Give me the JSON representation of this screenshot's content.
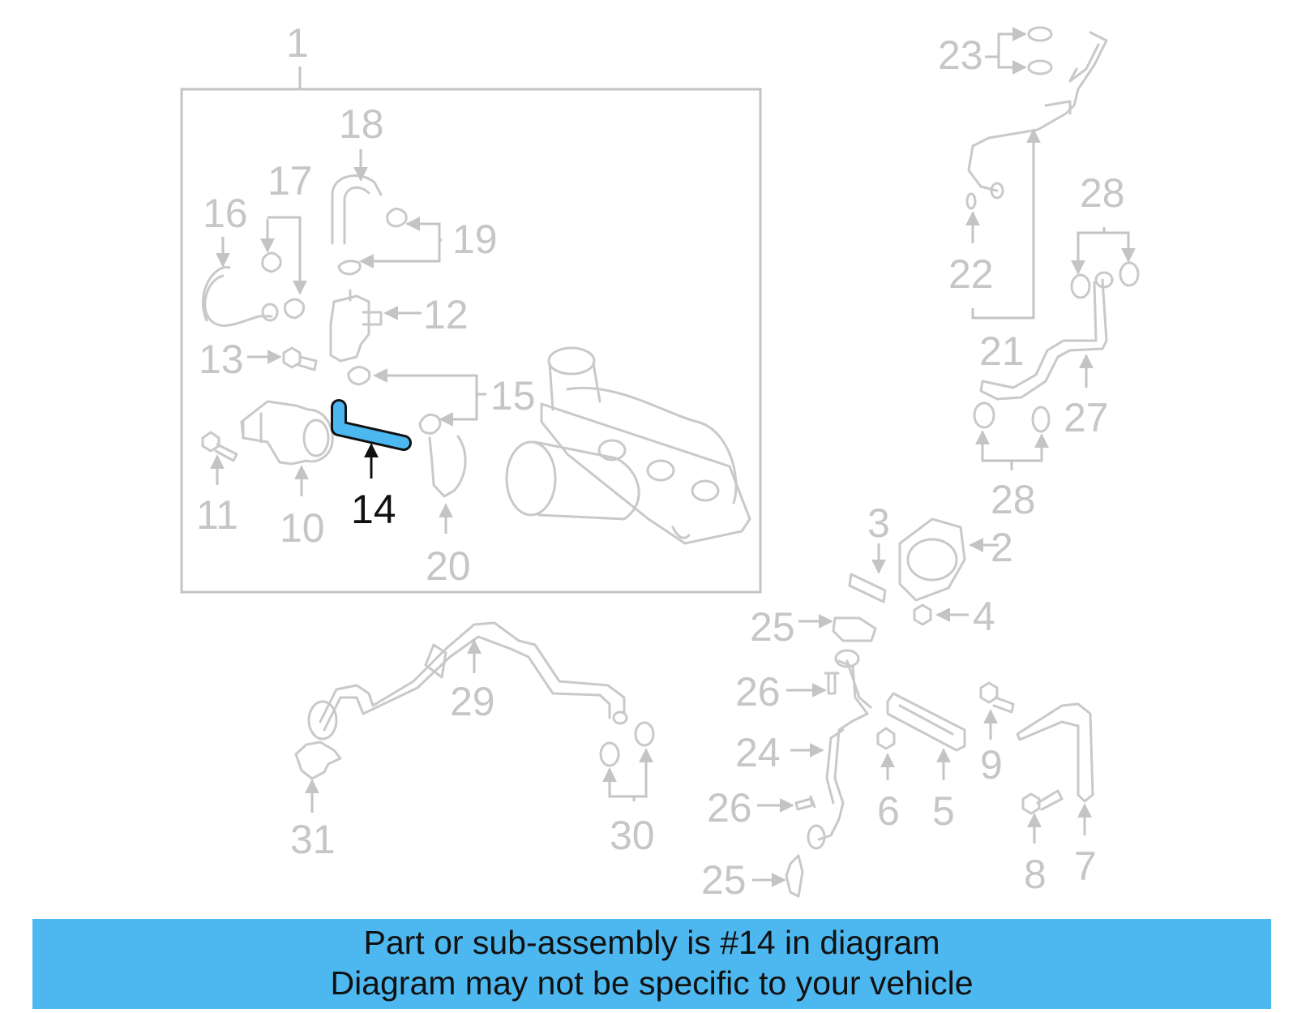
{
  "diagram": {
    "highlight_color": "#4db8f0",
    "part_line_color": "#c9c9c9",
    "callouts": {
      "c1": "1",
      "c2": "2",
      "c3": "3",
      "c4": "4",
      "c5": "5",
      "c6": "6",
      "c7": "7",
      "c8": "8",
      "c9": "9",
      "c10": "10",
      "c11": "11",
      "c12": "12",
      "c13": "13",
      "c14": "14",
      "c15": "15",
      "c16": "16",
      "c17": "17",
      "c18": "18",
      "c19": "19",
      "c20": "20",
      "c21": "21",
      "c22": "22",
      "c23": "23",
      "c24": "24",
      "c25a": "25",
      "c25b": "25",
      "c26a": "26",
      "c26b": "26",
      "c27": "27",
      "c28a": "28",
      "c28b": "28",
      "c29": "29",
      "c30": "30",
      "c31": "31"
    }
  },
  "banner": {
    "line1": "Part or sub-assembly is #14 in diagram",
    "line2": "Diagram may not be specific to your vehicle",
    "background": "#4db8f0"
  }
}
